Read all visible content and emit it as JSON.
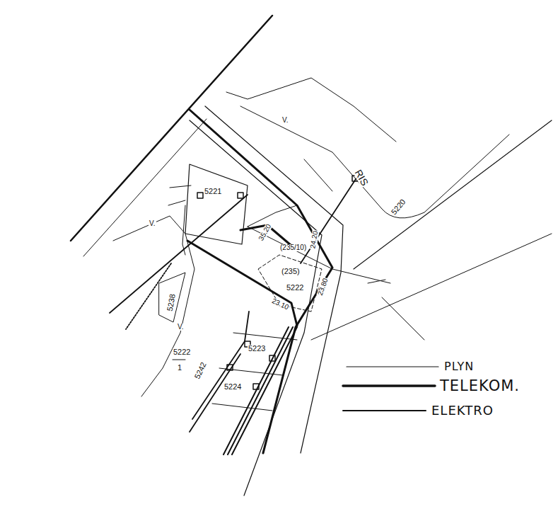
{
  "diagram": {
    "labels": [
      "RIS",
      "5221",
      "5220",
      "V.",
      "V.",
      "V.",
      "5238",
      "(235/10)",
      "(235)",
      "5222",
      "5222",
      "1",
      "5223",
      "5224",
      "5242",
      "35.20",
      "24.20",
      "23.10",
      "23.80"
    ],
    "legend": [
      {
        "text": "PLYN"
      },
      {
        "text": "TELEKOM."
      },
      {
        "text": "ELEKTRO"
      }
    ]
  }
}
